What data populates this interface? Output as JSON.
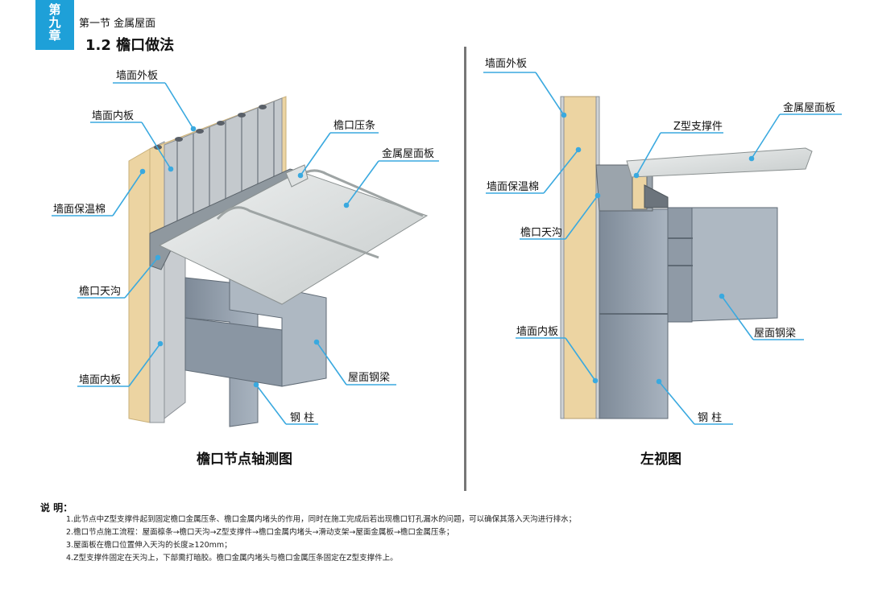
{
  "chapter": {
    "chars": [
      "第",
      "九",
      "章"
    ]
  },
  "section": "第一节  金属屋面",
  "heading": "1.2  檐口做法",
  "left_figure": {
    "caption": "檐口节点轴测图",
    "labels": {
      "wall_outer": "墙面外板",
      "wall_inner_top": "墙面内板",
      "eave_strip": "檐口压条",
      "roof_panel": "金属屋面板",
      "wall_insulation": "墙面保温棉",
      "eave_gutter": "檐口天沟",
      "wall_inner_bottom": "墙面内板",
      "roof_beam": "屋面钢梁",
      "steel_column": "钢  柱"
    }
  },
  "right_figure": {
    "caption": "左视图",
    "labels": {
      "wall_outer": "墙面外板",
      "roof_panel": "金属屋面板",
      "z_support": "Z型支撑件",
      "wall_insulation": "墙面保温棉",
      "eave_gutter": "檐口天沟",
      "wall_inner": "墙面内板",
      "roof_beam": "屋面钢梁",
      "steel_column": "钢  柱"
    }
  },
  "notes": {
    "title": "说 明：",
    "items": [
      "1.此节点中Z型支撑件起到固定檐口金属压条、檐口金属内堵头的作用，同时在施工完成后若出现檐口钉孔漏水的问题，可以确保其落入天沟进行排水；",
      "2.檐口节点施工流程：屋面檩条→檐口天沟→Z型支撑件→檐口金属内堵头→滑动支架→屋面金属板→檐口金属压条；",
      "3.屋面板在檐口位置伸入天沟的长度≥120mm；",
      "4.Z型支撑件固定在天沟上，下部需打暗胶。檐口金属内堵头与檐口金属压条固定在Z型支撑件上。"
    ]
  },
  "colors": {
    "accent": "#1ea0d8",
    "insulation": "#ecd4a2",
    "steel": "#9aa6b4",
    "panel": "#d8dcdc"
  }
}
